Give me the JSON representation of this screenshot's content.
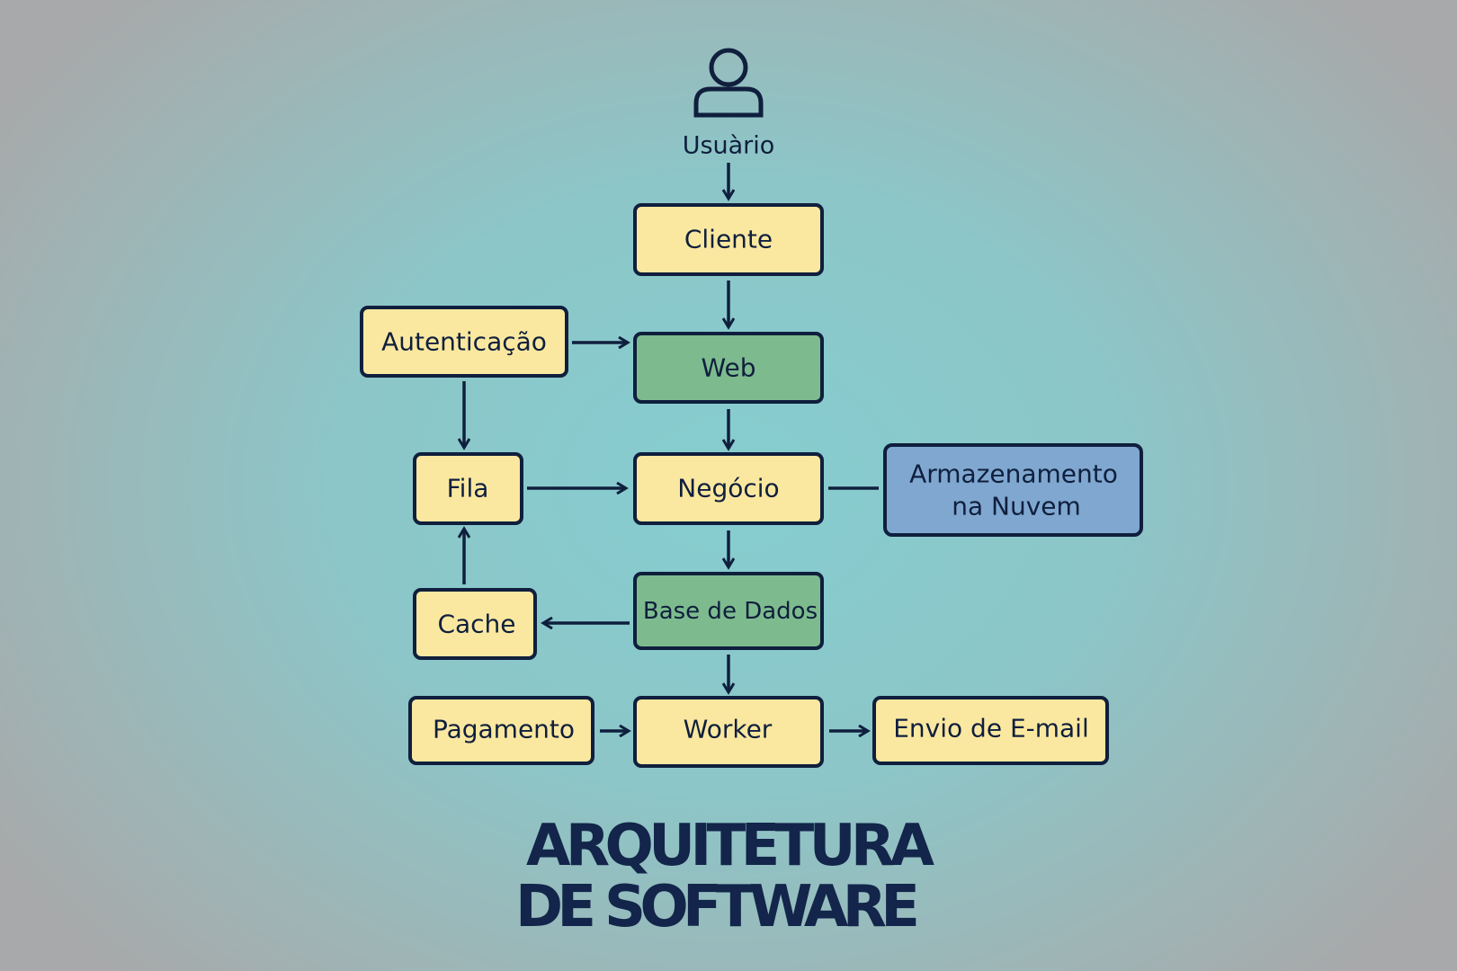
{
  "diagram": {
    "user_label": "Usuàrio",
    "nodes": {
      "cliente": "Cliente",
      "web": "Web",
      "autenticacao": "Autenticação",
      "fila": "Fila",
      "negocio": "Negócio",
      "armazenamento_line1": "Armazenamento",
      "armazenamento_line2": "na Nuvem",
      "base_de_dados": "Base de Dados",
      "cache": "Cache",
      "pagamento": "Pagamento",
      "worker": "Worker",
      "envio_email": "Envio de E-mail"
    },
    "title_line1": "ARQUITETURA",
    "title_line2": "DE SOFTWARE"
  },
  "colors": {
    "background": "#86cdd0",
    "box_yellow": "#fbe8a0",
    "box_green": "#7dbb8e",
    "box_blue": "#80a7d0",
    "ink": "#0f1f3d"
  }
}
